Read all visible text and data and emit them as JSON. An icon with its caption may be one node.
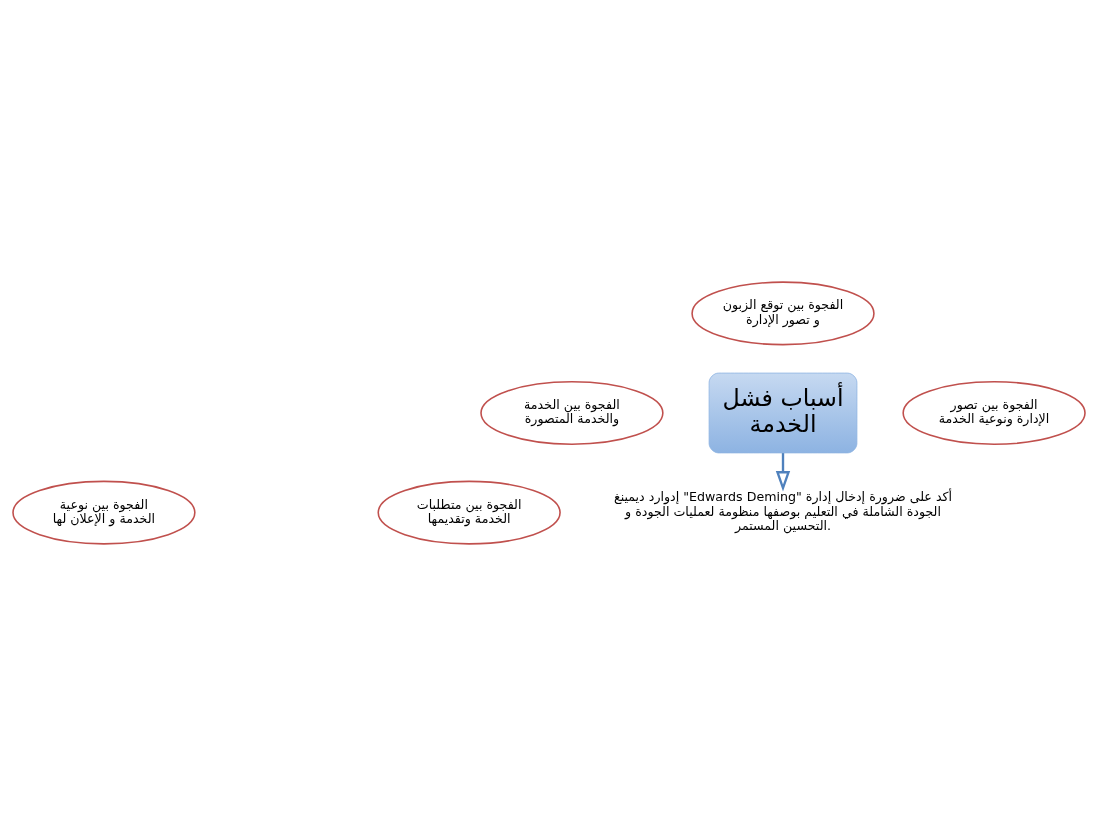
{
  "diagram": {
    "nodes": [
      {
        "text": [
          "الفجوة بين توقع الزبون و تصور الإدارة"
        ]
      },
      {
        "text": [
          "الفجوة بين الخدمة والخدمة المتصورة"
        ]
      },
      {
        "text": [
          "الفجوة بين تصور الإدارة ونوعية الخدمة"
        ]
      },
      {
        "text": [
          "أسباب فشل الخدمة"
        ]
      },
      {
        "text": [
          "الفجوة بين نوعية الخدمة و الإعلان لها"
        ]
      },
      {
        "text": [
          "الفجوة بين متطلبات الخدمة وتقديمها"
        ]
      },
      {
        "text": [
          "إدوارد ديمينغ \"Edwards Deming\" أكد على ضرورة إدخال إدارة الجودة الشاملة في التعليم بوصفها منظومة لعمليات الجودة و التحسين المستمر."
        ]
      }
    ],
    "edges": [
      {
        "from": 3,
        "to": 6,
        "arrow": "to",
        "color": "#4f81bd"
      }
    ]
  }
}
